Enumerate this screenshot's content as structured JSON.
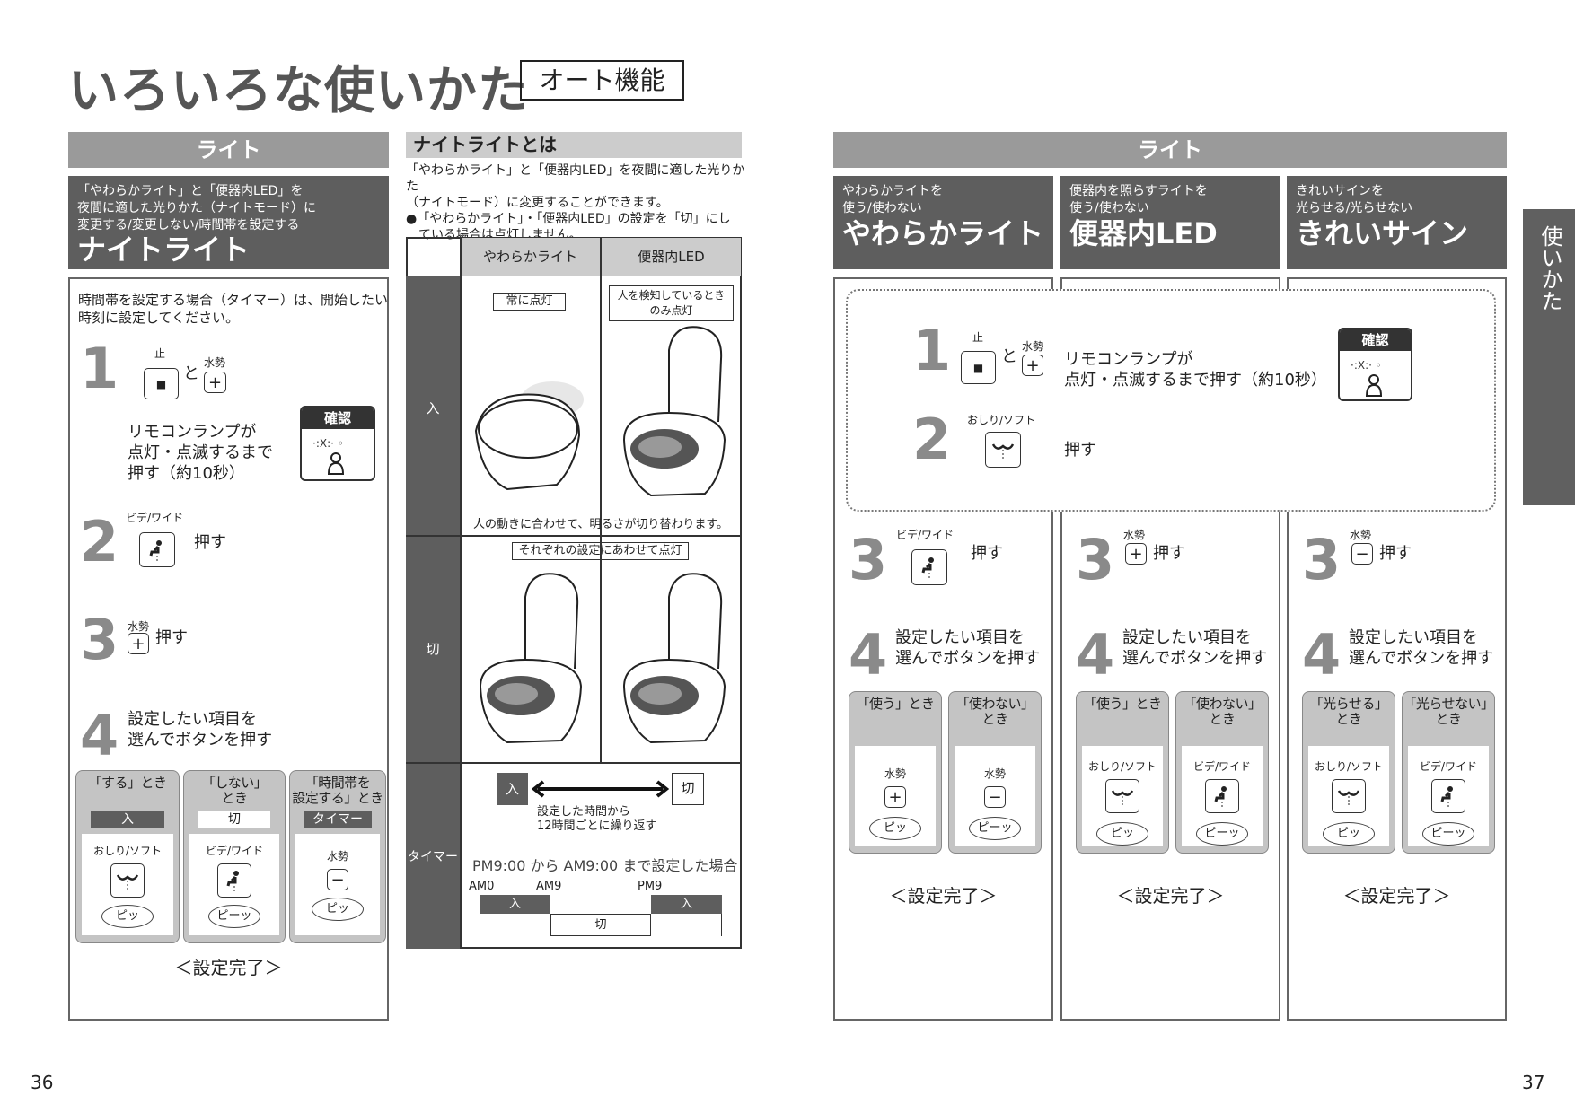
{
  "title": "いろいろな使いかた",
  "title_tag": "オート機能",
  "left": {
    "header": "ライト",
    "desc": [
      "「やわらかライト」と「便器内LED」を",
      "夜間に適した光りかた（ナイトモード）に",
      "変更する/変更しない/時間帯を設定する"
    ],
    "name": "ナイトライト",
    "note": [
      "時間帯を設定する場合（タイマー）は、開始したい",
      "時刻に設定してください。"
    ],
    "step1": {
      "num": "1",
      "stop_label": "止",
      "stop_icon": "■",
      "and": "と",
      "water_label": "水勢",
      "plus": "+",
      "text": [
        "リモコンランプが",
        "点灯・点滅するまで",
        "押す（約10秒）"
      ]
    },
    "confirm": {
      "label": "確認",
      "icon": "person-blink-icon"
    },
    "step2": {
      "num": "2",
      "label": "ビデ/ワイド",
      "text": "押す"
    },
    "step3": {
      "num": "3",
      "label": "水勢",
      "plus": "+",
      "text": "押す"
    },
    "step4": {
      "num": "4",
      "text": [
        "設定したい項目を",
        "選んでボタンを押す"
      ]
    },
    "options": [
      {
        "head": [
          "「する」とき"
        ],
        "mode": "入",
        "mode_dark": true,
        "btn_label": "おしり/ソフト",
        "icon": "oshiri",
        "beep": "ピッ"
      },
      {
        "head": [
          "「しない」",
          "とき"
        ],
        "mode": "切",
        "mode_dark": false,
        "btn_label": "ビデ/ワイド",
        "icon": "bidet",
        "beep": "ピーッ"
      },
      {
        "head": [
          "「時間帯を",
          "設定する」とき"
        ],
        "mode": "タイマー",
        "mode_dark": true,
        "btn_label": "水勢",
        "icon": "minus",
        "beep": "ピッ"
      }
    ],
    "done": "＜設定完了＞"
  },
  "middle": {
    "header": "ナイトライトとは",
    "text": [
      "「やわらかライト」と「便器内LED」を夜間に適した光りかた",
      "（ナイトモード）に変更することができます。",
      "●「やわらかライト」・「便器内LED」の設定を「切」にし",
      "　ている場合は点灯しません。"
    ],
    "col1": "やわらかライト",
    "col2": "便器内LED",
    "row_on": "入",
    "row_off": "切",
    "row_timer": "タイマー",
    "on_col1_tag": "常に点灯",
    "on_col2_tag": [
      "人を検知しているとき",
      "のみ点灯"
    ],
    "on_caption": "人の動きに合わせて、明るさが切り替わります。",
    "off_tag": "それぞれの設定にあわせて点灯",
    "timer": {
      "on": "入",
      "off": "切",
      "repeat": [
        "設定した時間から",
        "12時間ごとに繰り返す"
      ],
      "example": "PM9:00 から AM9:00 まで設定した場合",
      "ticks": [
        "AM0",
        "AM9",
        "PM9"
      ],
      "bar_on": "入",
      "bar_off": "切"
    }
  },
  "right": {
    "header": "ライト",
    "step1": {
      "num": "1",
      "stop_label": "止",
      "stop_icon": "■",
      "and": "と",
      "water_label": "水勢",
      "plus": "+",
      "text": [
        "リモコンランプが",
        "点灯・点滅するまで押す（約10秒）"
      ]
    },
    "confirm": {
      "label": "確認",
      "icon": "person-blink-icon"
    },
    "step2": {
      "num": "2",
      "label": "おしり/ソフト",
      "text": "押す"
    },
    "columns": [
      {
        "desc": [
          "やわらかライトを",
          "使う/使わない"
        ],
        "name": "やわらかライト",
        "step3": {
          "num": "3",
          "label": "ビデ/ワイド",
          "icon": "bidet",
          "text": "押す"
        },
        "step4": {
          "num": "4",
          "text": [
            "設定したい項目を",
            "選んでボタンを押す"
          ]
        },
        "options": [
          {
            "head": [
              "「使う」とき"
            ],
            "btn_label": "水勢",
            "icon": "plus",
            "beep": "ピッ"
          },
          {
            "head": [
              "「使わない」",
              "とき"
            ],
            "btn_label": "水勢",
            "icon": "minus",
            "beep": "ピーッ"
          }
        ],
        "done": "＜設定完了＞"
      },
      {
        "desc": [
          "便器内を照らすライトを",
          "使う/使わない"
        ],
        "name": "便器内LED",
        "step3": {
          "num": "3",
          "label": "水勢",
          "icon": "plus",
          "text": "押す"
        },
        "step4": {
          "num": "4",
          "text": [
            "設定したい項目を",
            "選んでボタンを押す"
          ]
        },
        "options": [
          {
            "head": [
              "「使う」とき"
            ],
            "btn_label": "おしり/ソフト",
            "icon": "oshiri",
            "beep": "ピッ"
          },
          {
            "head": [
              "「使わない」",
              "とき"
            ],
            "btn_label": "ビデ/ワイド",
            "icon": "bidet",
            "beep": "ピーッ"
          }
        ],
        "done": "＜設定完了＞"
      },
      {
        "desc": [
          "きれいサインを",
          "光らせる/光らせない"
        ],
        "name": "きれいサイン",
        "step3": {
          "num": "3",
          "label": "水勢",
          "icon": "minus",
          "text": "押す"
        },
        "step4": {
          "num": "4",
          "text": [
            "設定したい項目を",
            "選んでボタンを押す"
          ]
        },
        "options": [
          {
            "head": [
              "「光らせる」",
              "とき"
            ],
            "btn_label": "おしり/ソフト",
            "icon": "oshiri",
            "beep": "ピッ"
          },
          {
            "head": [
              "「光らせない」",
              "とき"
            ],
            "btn_label": "ビデ/ワイド",
            "icon": "bidet",
            "beep": "ピーッ"
          }
        ],
        "done": "＜設定完了＞"
      }
    ]
  },
  "side_tab": "使いかた",
  "page_left": "36",
  "page_right": "37",
  "colors": {
    "dark": "#5e5e5e",
    "header": "#9a9a9a",
    "option_bg": "#c4c4c4"
  }
}
